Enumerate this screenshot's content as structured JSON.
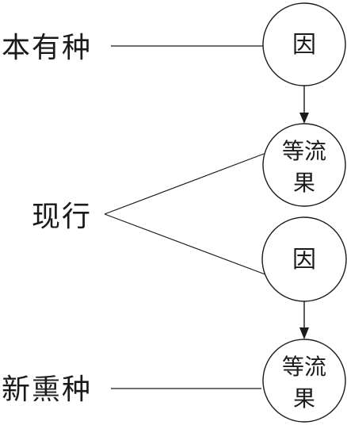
{
  "side_labels": {
    "original_seed": "本有种",
    "present_act": "现行",
    "new_seed": "新熏种"
  },
  "nodes": {
    "cause_top": "因",
    "effect_top_line1": "等流",
    "effect_top_line2": "果",
    "cause_bottom": "因",
    "effect_bottom_line1": "等流",
    "effect_bottom_line2": "果"
  },
  "colors": {
    "stroke": "#1a1a1a",
    "background": "#ffffff"
  }
}
